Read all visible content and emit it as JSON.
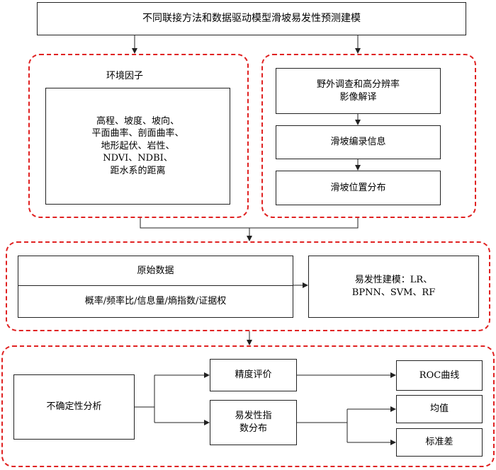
{
  "title": "不同联接方法和数据驱动模型滑坡易发性预测建模",
  "env_group": {
    "label": "环境因子",
    "factors": [
      "高程、坡度、坡向、",
      "平面曲率、剖面曲率、",
      "地形起伏、岩性、",
      "NDVI、NDBI、",
      "距水系的距离"
    ]
  },
  "landslide_group": {
    "survey": [
      "野外调查和高分辨率",
      "影像解译"
    ],
    "catalog": "滑坡编录信息",
    "distribution": "滑坡位置分布"
  },
  "data_group": {
    "raw": "原始数据",
    "methods": "概率/频率比/信息量/熵指数/证据权",
    "modeling": [
      "易发性建模：LR、",
      "BPNN、SVM、RF"
    ]
  },
  "analysis_group": {
    "uncertainty": "不确定性分析",
    "accuracy": "精度评价",
    "index_distribution": [
      "易发性指",
      "数分布"
    ],
    "roc": "ROC曲线",
    "mean": "均值",
    "std": "标准差"
  },
  "colors": {
    "dashed_border": "#e02222",
    "line": "#222222"
  }
}
